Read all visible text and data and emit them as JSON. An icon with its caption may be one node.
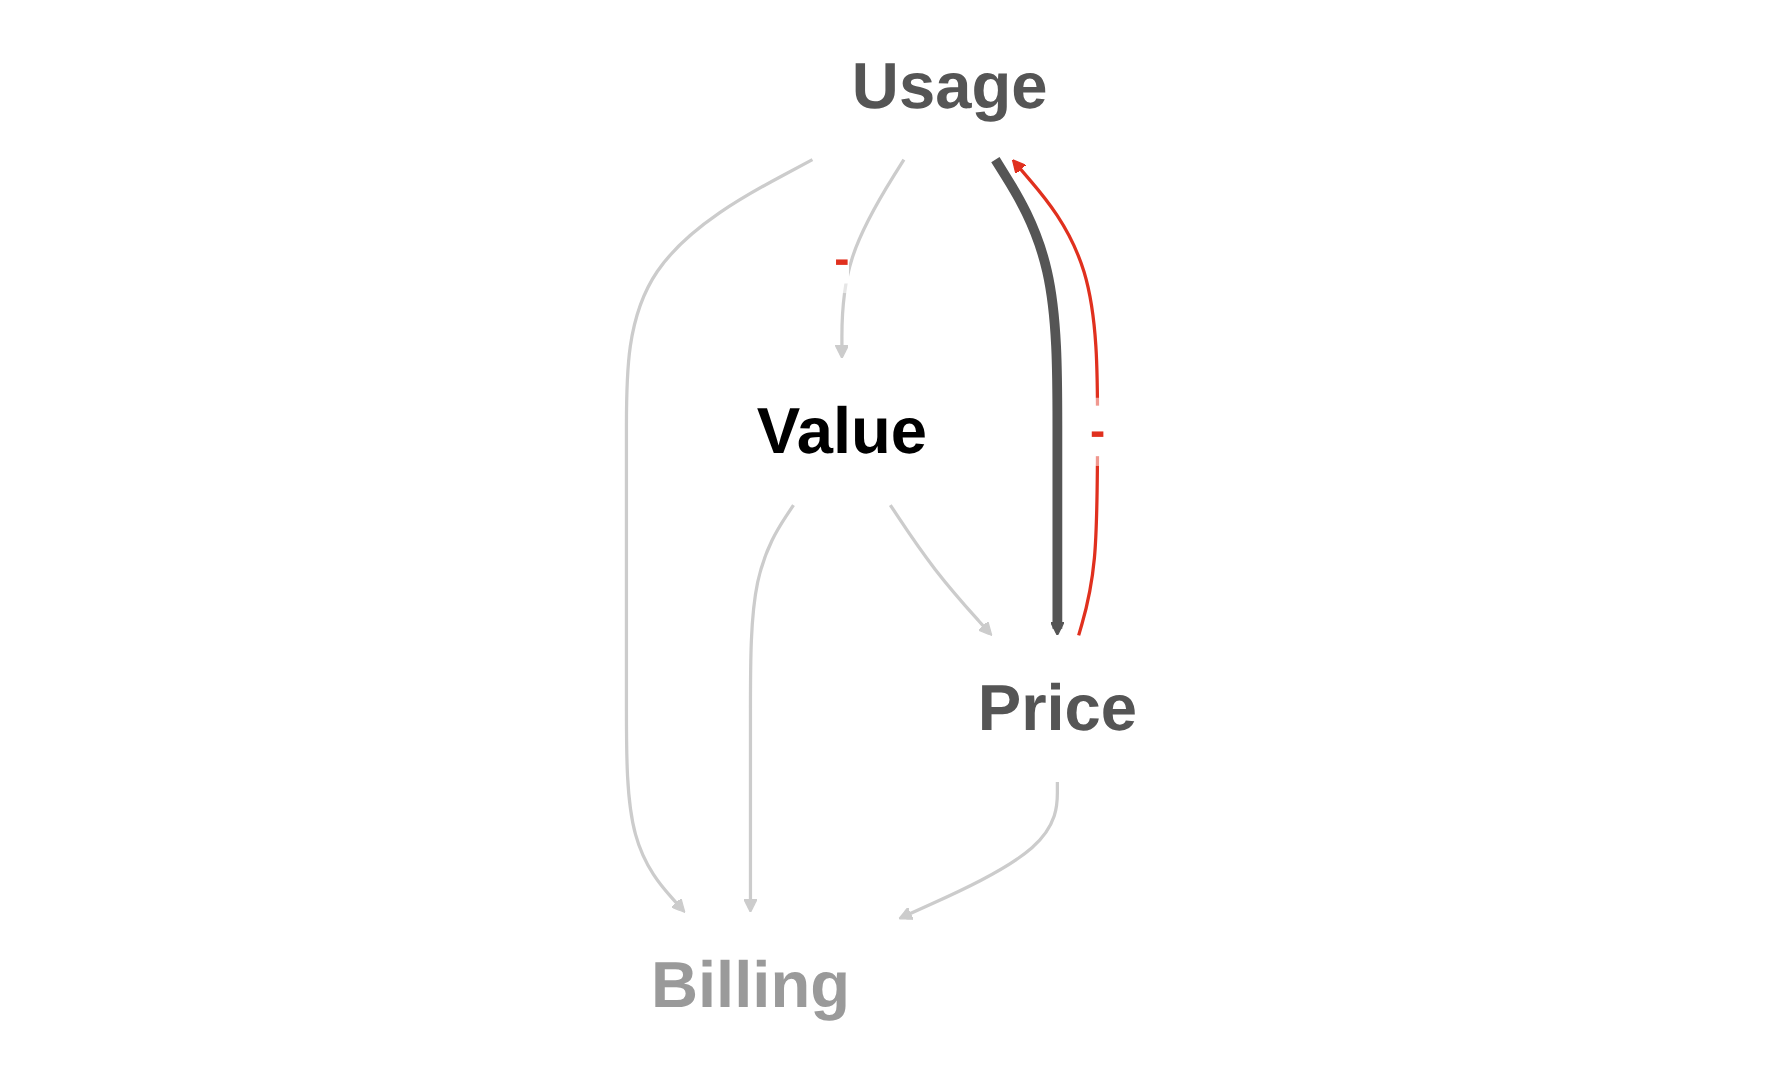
{
  "diagram": {
    "nodes": [
      {
        "text": [
          "Usage"
        ]
      },
      {
        "text": [
          "Billing"
        ]
      },
      {
        "text": [
          "Value"
        ]
      },
      {
        "text": [
          "Price"
        ]
      }
    ],
    "edges": [
      {
        "from": 0,
        "to": 1,
        "arrow": "to"
      },
      {
        "from": 0,
        "to": 2,
        "arrow": "to",
        "label": "-"
      },
      {
        "from": 0,
        "to": 3,
        "arrow": "to",
        "style": "thick",
        "color": "#555555"
      },
      {
        "from": 2,
        "to": 1,
        "arrow": "to"
      },
      {
        "from": 2,
        "to": 3,
        "arrow": "to"
      },
      {
        "from": 3,
        "to": 1,
        "arrow": "to"
      },
      {
        "from": 3,
        "to": 0,
        "arrow": "to",
        "label": "-",
        "color": "#e0301e"
      }
    ]
  }
}
